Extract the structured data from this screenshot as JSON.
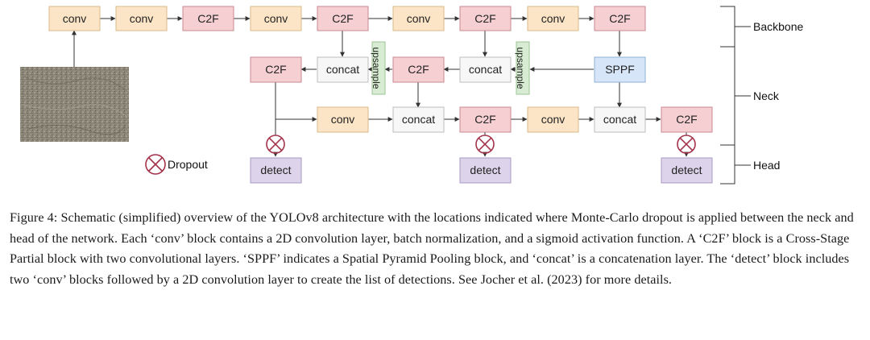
{
  "blocks": {
    "bb_conv1": "conv",
    "bb_conv2": "conv",
    "bb_c2f1": "C2F",
    "bb_conv3": "conv",
    "bb_c2f2": "C2F",
    "bb_conv4": "conv",
    "bb_c2f3": "C2F",
    "bb_conv5": "conv",
    "bb_c2f4": "C2F",
    "nk_c2f_left": "C2F",
    "nk_concat1": "concat",
    "nk_upsample1": "upsample",
    "nk_c2f_mid": "C2F",
    "nk_concat2": "concat",
    "nk_upsample2": "upsample",
    "nk_sppf": "SPPF",
    "nk_conv_a": "conv",
    "nk_concat3": "concat",
    "nk_c2f_b": "C2F",
    "nk_conv_b": "conv",
    "nk_concat4": "concat",
    "nk_c2f_c": "C2F",
    "hd_detect1": "detect",
    "hd_detect2": "detect",
    "hd_detect3": "detect"
  },
  "legend": {
    "dropout_label": "Dropout"
  },
  "stages": {
    "backbone": "Backbone",
    "neck": "Neck",
    "head": "Head"
  },
  "colors": {
    "conv_fill": "#fce5c6",
    "conv_stroke": "#d9b98a",
    "c2f_fill": "#f5cfd2",
    "c2f_stroke": "#c98a90",
    "concat_fill": "#f7f7f7",
    "concat_stroke": "#bdbdbd",
    "sppf_fill": "#d6e6f8",
    "sppf_stroke": "#8fb0d6",
    "upsample_fill": "#d7ecd2",
    "upsample_stroke": "#9cc595",
    "detect_fill": "#ddd3ea",
    "detect_stroke": "#a898c2",
    "dropout": "#a3324a"
  },
  "caption": "Figure 4: Schematic (simplified) overview of the YOLOv8 architecture with the locations indicated where Monte-Carlo dropout is applied between the neck and head of the network. Each ‘conv’ block contains a 2D convolution layer, batch normalization, and a sigmoid activation function. A ‘C2F’ block is a Cross-Stage Partial block with two convolutional layers. ‘SPPF’ indicates a Spatial Pyramid Pooling block, and ‘concat’ is a concatenation layer. The ‘detect’ block includes two ‘conv’ blocks followed by a 2D convolution layer to create the list of detections. See Jocher et al. (2023) for more details."
}
